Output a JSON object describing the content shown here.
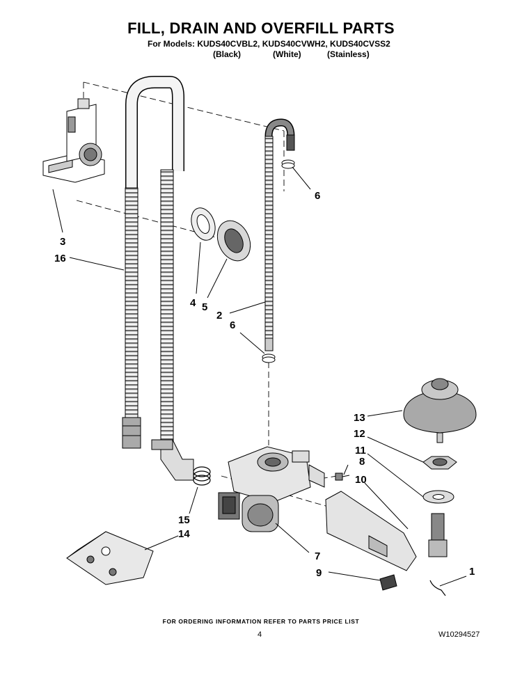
{
  "header": {
    "title": "FILL, DRAIN  AND OVERFILL PARTS",
    "models_line": "For Models: KUDS40CVBL2, KUDS40CVWH2, KUDS40CVSS2",
    "colors": [
      "(Black)",
      "(White)",
      "(Stainless)"
    ]
  },
  "callouts": [
    "6",
    "3",
    "16",
    "4",
    "5",
    "2",
    "6",
    "13",
    "12",
    "11",
    "8",
    "10",
    "15",
    "14",
    "7",
    "9",
    "1"
  ],
  "footer": {
    "ordering_note": "FOR ORDERING INFORMATION REFER TO PARTS PRICE LIST",
    "page_number": "4",
    "doc_number": "W10294527"
  }
}
